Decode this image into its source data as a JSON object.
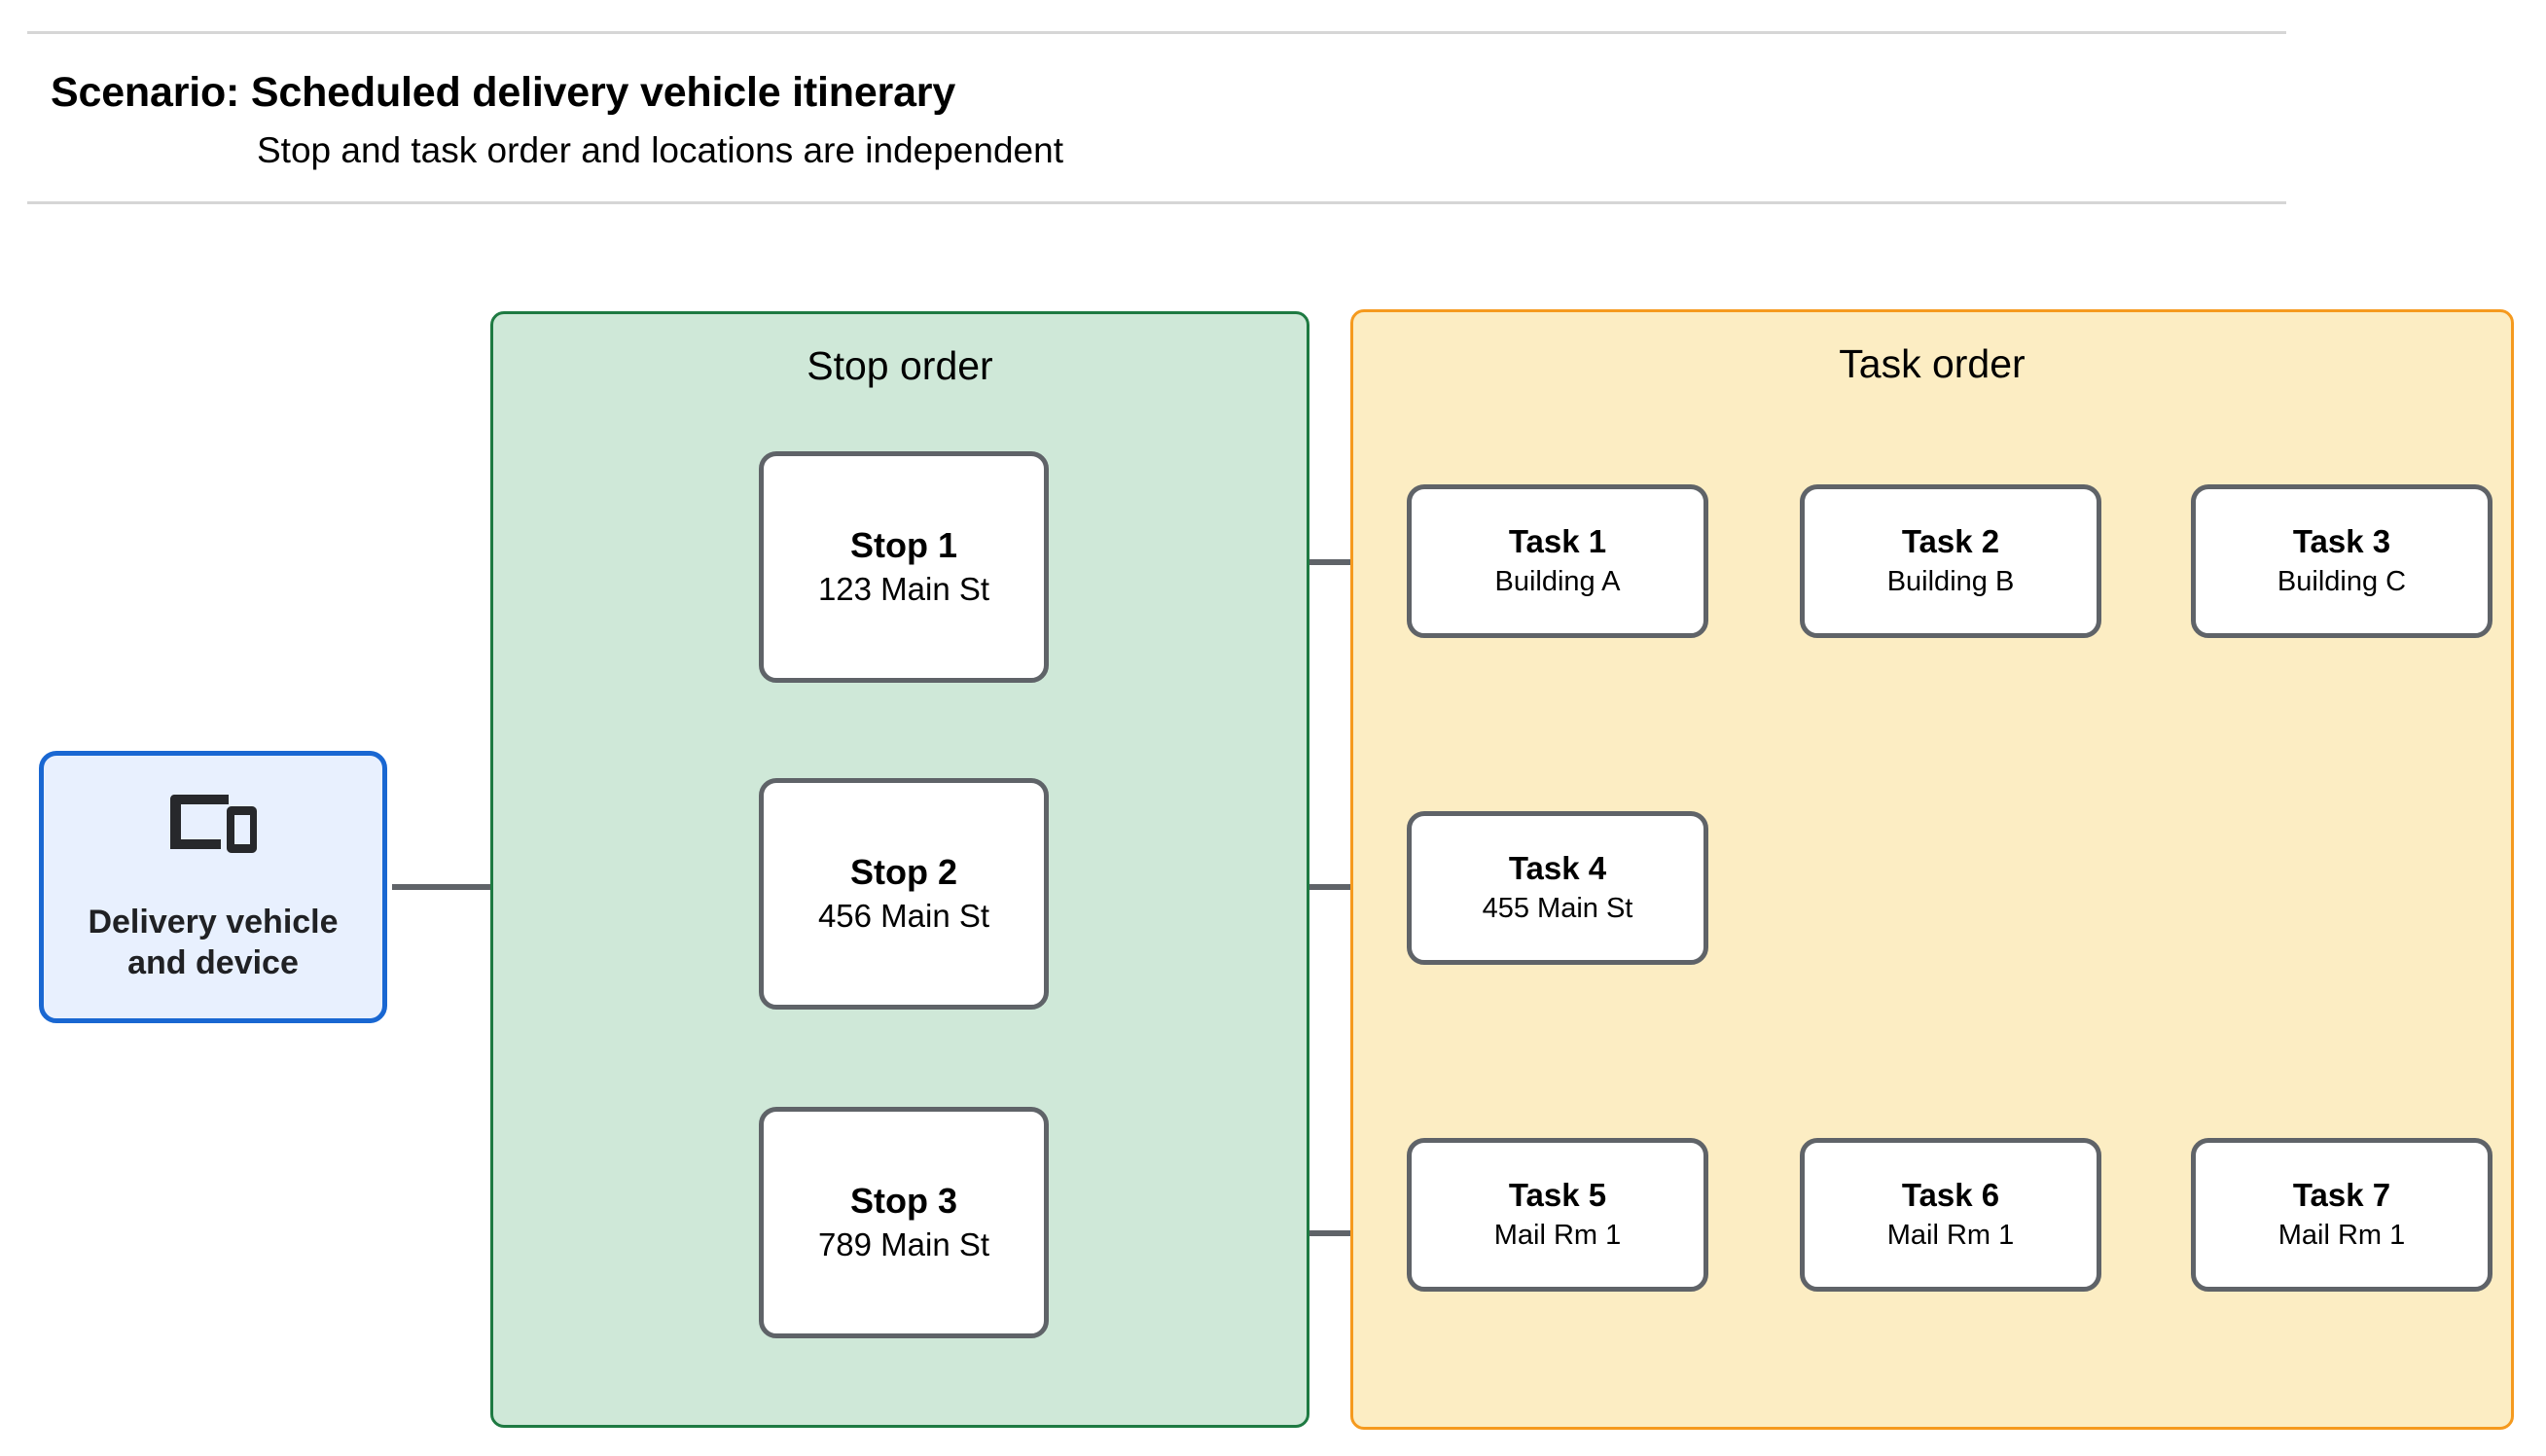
{
  "header": {
    "title": "Scenario: Scheduled delivery vehicle itinerary",
    "subtitle": "Stop and task order and locations are independent"
  },
  "source": {
    "icon": "devices-icon",
    "label": "Delivery vehicle\nand device",
    "border_color": "#1967d2",
    "fill_color": "#e8f0fe"
  },
  "groups": {
    "stop": {
      "title": "Stop order",
      "fill_color": "#cfe8d8",
      "border_color": "#1e7a42"
    },
    "task": {
      "title": "Task order",
      "fill_color": "#fcedc3",
      "border_color": "#f59a1e"
    }
  },
  "stops": [
    {
      "title": "Stop 1",
      "location": "123 Main St"
    },
    {
      "title": "Stop 2",
      "location": "456 Main St"
    },
    {
      "title": "Stop 3",
      "location": "789 Main St"
    }
  ],
  "task_rows": [
    [
      {
        "title": "Task 1",
        "location": "Building A"
      },
      {
        "title": "Task 2",
        "location": "Building B"
      },
      {
        "title": "Task 3",
        "location": "Building C"
      }
    ],
    [
      {
        "title": "Task 4",
        "location": "455 Main St"
      }
    ],
    [
      {
        "title": "Task 5",
        "location": "Mail Rm 1"
      },
      {
        "title": "Task 6",
        "location": "Mail Rm 1"
      },
      {
        "title": "Task 7",
        "location": "Mail Rm 1"
      }
    ]
  ],
  "edge_color": "#5f6368"
}
